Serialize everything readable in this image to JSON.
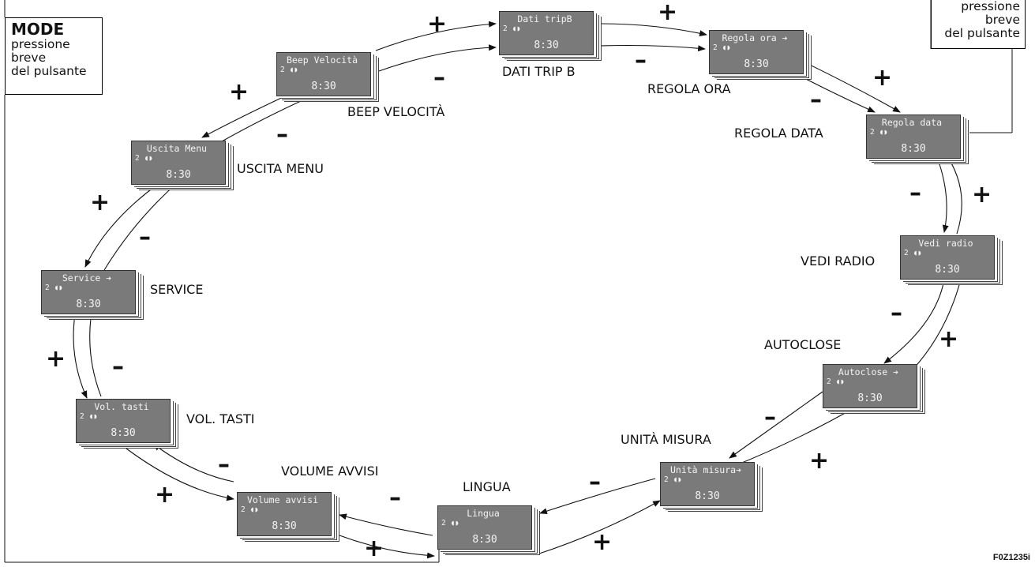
{
  "mode_box": {
    "title": "MODE",
    "lines": [
      "pressione",
      "breve",
      "del pulsante"
    ]
  },
  "mode_box_right": {
    "lines": [
      "pressione",
      "breve",
      "del pulsante"
    ]
  },
  "screens": [
    {
      "id": "dati-trip-b",
      "display": "Dati tripB",
      "label": "DATI TRIP B",
      "clock": "8:30",
      "status": "2 ◖◗"
    },
    {
      "id": "regola-ora",
      "display": "Regola ora ➔",
      "label": "REGOLA ORA",
      "clock": "8:30",
      "status": "2 ◖◗"
    },
    {
      "id": "regola-data",
      "display": "Regola data",
      "label": "REGOLA DATA",
      "clock": "8:30",
      "status": "2 ◖◗"
    },
    {
      "id": "vedi-radio",
      "display": "Vedi radio",
      "label": "VEDI RADIO",
      "clock": "8:30",
      "status": "2 ◖◗"
    },
    {
      "id": "autoclose",
      "display": "Autoclose ➔",
      "label": "AUTOCLOSE",
      "clock": "8:30",
      "status": "2 ◖◗"
    },
    {
      "id": "unita-misura",
      "display": "Unità misura➔",
      "label": "UNITÀ MISURA",
      "clock": "8:30",
      "status": "2 ◖◗"
    },
    {
      "id": "lingua",
      "display": "Lingua",
      "label": "LINGUA",
      "clock": "8:30",
      "status": "2 ◖◗"
    },
    {
      "id": "volume-avvisi",
      "display": "Volume avvisi",
      "label": "VOLUME AVVISI",
      "clock": "8:30",
      "status": "2 ◖◗"
    },
    {
      "id": "vol-tasti",
      "display": "Vol. tasti",
      "label": "VOL. TASTI",
      "clock": "8:30",
      "status": "2 ◖◗"
    },
    {
      "id": "service",
      "display": "Service ➔",
      "label": "SERVICE",
      "clock": "8:30",
      "status": "2 ◖◗"
    },
    {
      "id": "uscita-menu",
      "display": "Uscita Menu",
      "label": "USCITA MENU",
      "clock": "8:30",
      "status": "2 ◖◗"
    },
    {
      "id": "beep-velocita",
      "display": "Beep Velocità",
      "label": "BEEP VELOCITÀ",
      "clock": "8:30",
      "status": "2 ◖◗"
    }
  ],
  "signs": {
    "plus": "+",
    "minus": "–"
  },
  "figure_code": "F0Z1235i",
  "colors": {
    "lcd": "#7a7a7a",
    "lcd_text": "#f4f4f4",
    "ink": "#111111"
  }
}
